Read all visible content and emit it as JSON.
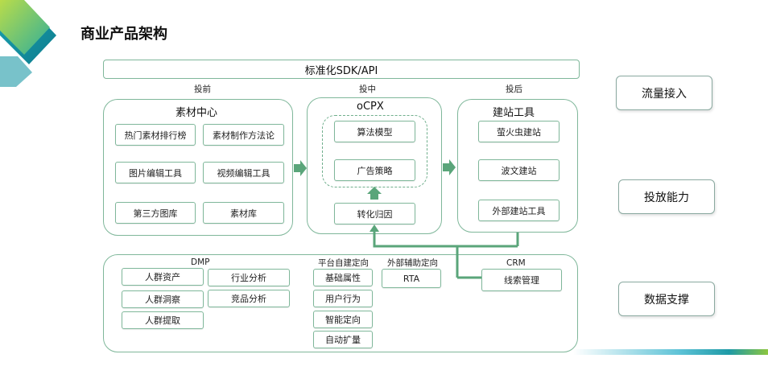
{
  "page_title": "商业产品架构",
  "top_bar": "标准化SDK/API",
  "stages": [
    "投前",
    "投中",
    "投后"
  ],
  "panels": {
    "material": {
      "title": "素材中心",
      "items": [
        "热门素材排行榜",
        "素材制作方法论",
        "图片编辑工具",
        "视频编辑工具",
        "第三方图库",
        "素材库"
      ]
    },
    "ocpx": {
      "title": "oCPX",
      "items": [
        "算法模型",
        "广告策略"
      ],
      "attribution": "转化归因"
    },
    "site": {
      "title": "建站工具",
      "items": [
        "萤火虫建站",
        "波文建站",
        "外部建站工具"
      ]
    }
  },
  "data_panel": {
    "dmp": {
      "title": "DMP",
      "items": [
        "人群资产",
        "行业分析",
        "人群洞察",
        "竞品分析",
        "人群提取"
      ]
    },
    "platform": {
      "title": "平台自建定向",
      "items": [
        "基础属性",
        "用户行为",
        "智能定向",
        "自动扩量"
      ]
    },
    "external": {
      "title": "外部辅助定向",
      "items": [
        "RTA"
      ]
    },
    "crm": {
      "title": "CRM",
      "items": [
        "线索管理"
      ]
    }
  },
  "side": [
    "流量接入",
    "投放能力",
    "数据支撑"
  ],
  "colors": {
    "accent_green": "#5aa57a",
    "border": "#7fb79a",
    "corner_lime": "#8cc63f",
    "corner_teal": "#1e9aa6"
  }
}
